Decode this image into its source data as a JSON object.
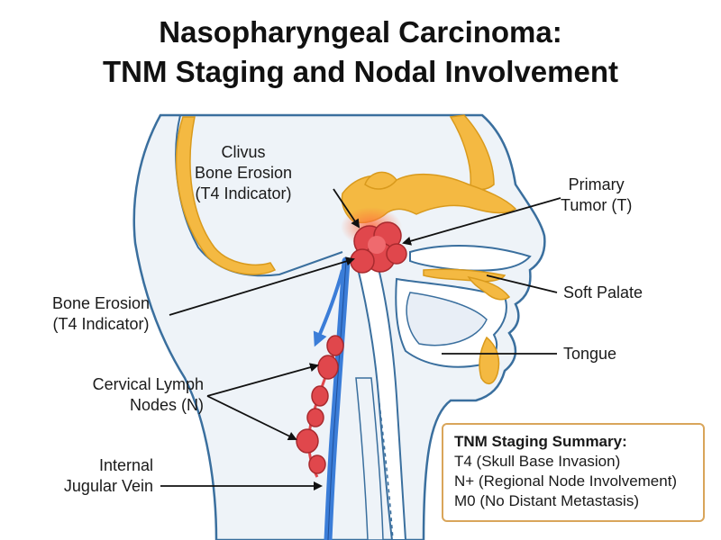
{
  "title": {
    "line1": "Nasopharyngeal Carcinoma:",
    "line2": "TNM Staging and Nodal Involvement"
  },
  "labels": {
    "clivus": [
      "Clivus",
      "Bone Erosion",
      "(T4 Indicator)"
    ],
    "primary_tumor": [
      "Primary",
      "Tumor (T)"
    ],
    "soft_palate": "Soft Palate",
    "tongue": "Tongue",
    "bone_erosion": [
      "Bone Erosion",
      "(T4 Indicator)"
    ],
    "cervical_nodes": [
      "Cervical Lymph",
      "Nodes (N)"
    ],
    "jugular_vein": [
      "Internal",
      "Jugular Vein"
    ]
  },
  "summary": {
    "heading": "TNM Staging Summary:",
    "items": [
      "T4 (Skull Base Invasion)",
      "N+ (Regional Node Involvement)",
      "M0 (No Distant Metastasis)"
    ]
  },
  "colors": {
    "outline": "#3a6f9e",
    "skin_fill": "#eef3f8",
    "bone": "#f4b942",
    "tumor": "#e0474c",
    "vein": "#3b7dd8",
    "node": "#e0474c",
    "box_border": "#d9a55a"
  }
}
